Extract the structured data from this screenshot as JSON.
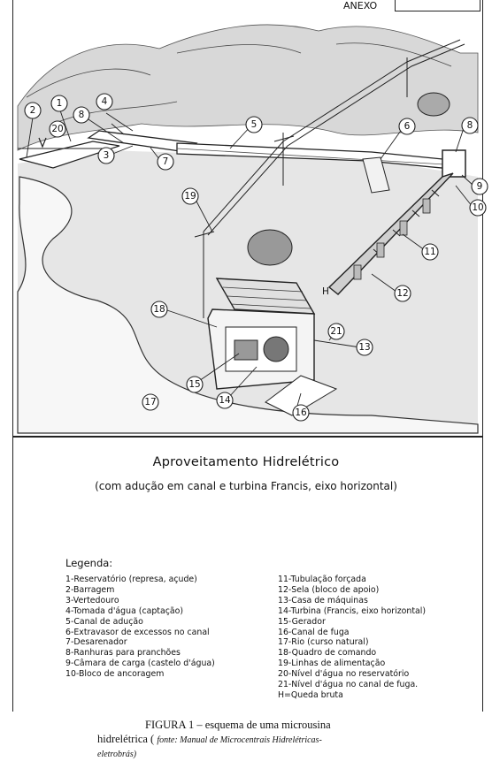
{
  "header": {
    "corner_left": "ANEXO",
    "corner_right": ""
  },
  "diagram": {
    "title": "Aproveitamento Hidrelétrico",
    "subtitle": "(com adução em canal e turbina Francis, eixo horizontal)",
    "callouts": [
      "1",
      "2",
      "3",
      "4",
      "5",
      "6",
      "7",
      "8",
      "8",
      "9",
      "10",
      "11",
      "12",
      "13",
      "14",
      "15",
      "16",
      "17",
      "18",
      "19",
      "20",
      "21",
      "H"
    ]
  },
  "legend": {
    "heading": "Legenda:",
    "left": [
      "1-Reservatório (represa, açude)",
      "2-Barragem",
      "3-Vertedouro",
      "4-Tomada d'água (captação)",
      "5-Canal de adução",
      "6-Extravasor de excessos no canal",
      "7-Desarenador",
      "8-Ranhuras para pranchões",
      "9-Câmara de carga (castelo d'água)",
      "10-Bloco de ancoragem"
    ],
    "right": [
      "11-Tubulação forçada",
      "12-Sela (bloco de apoio)",
      "13-Casa de máquinas",
      "14-Turbina (Francis, eixo horizontal)",
      "15-Gerador",
      "16-Canal de fuga",
      "17-Rio (curso natural)",
      "18-Quadro de comando",
      "19-Linhas de alimentação",
      "20-Nível d'água no reservatório",
      "21-Nível d'água no canal de fuga.",
      "H=Queda bruta"
    ]
  },
  "caption": {
    "line1": "FIGURA 1 –  esquema de uma microusina",
    "line2": "hidrelétrica (",
    "source": "fonte: Manual de Microcentrais Hidrelétricas-",
    "source2": "eletrobrás)"
  }
}
